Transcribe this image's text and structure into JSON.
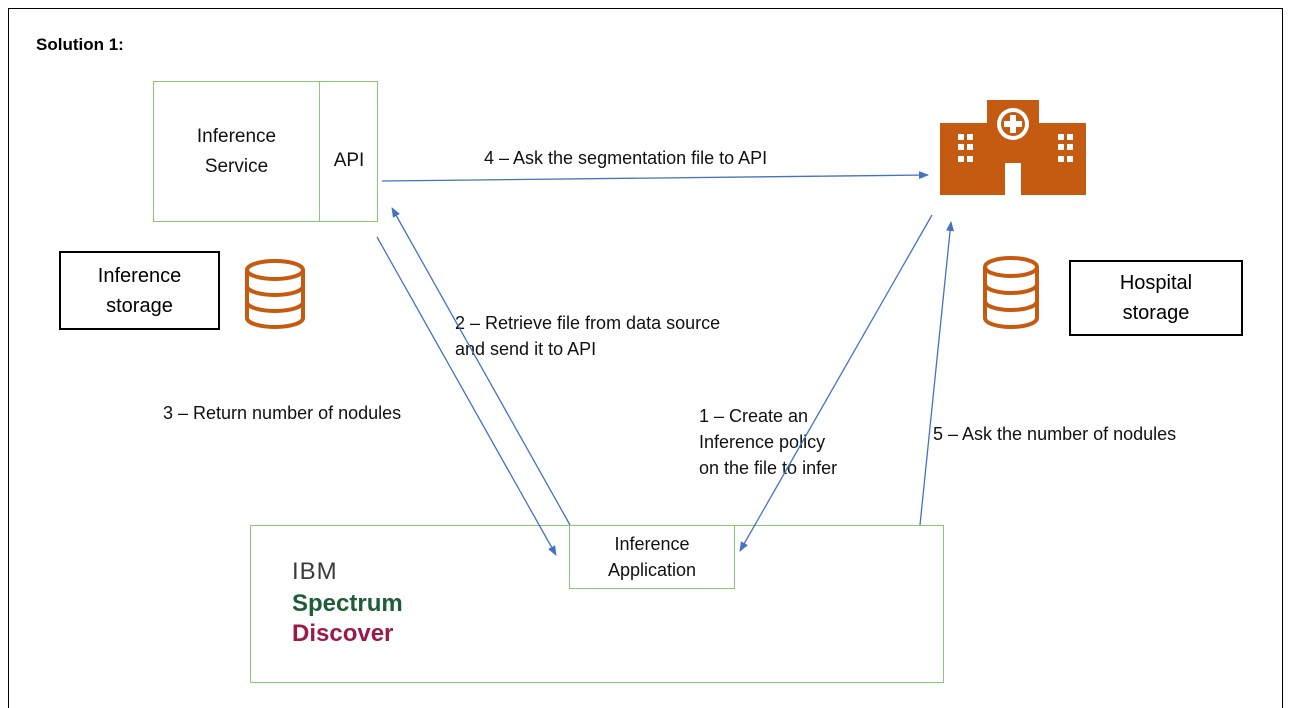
{
  "heading": "Solution 1:",
  "inference_service": {
    "label": "Inference\nService",
    "api_label": "API"
  },
  "inference_storage": {
    "label": "Inference\nstorage"
  },
  "hospital_storage": {
    "label": "Hospital\nstorage"
  },
  "inference_application": {
    "label": "Inference\nApplication"
  },
  "brand": {
    "ibm": "IBM",
    "spectrum": "Spectrum",
    "discover": "Discover"
  },
  "edges": {
    "step1": "1 – Create an\nInference policy\non the file to infer",
    "step2": "2 – Retrieve file from data source\nand send it to API",
    "step3": "3 – Return number of nodules",
    "step4": "4 – Ask the segmentation file to API",
    "step5": "5 – Ask the number of nodules"
  },
  "colors": {
    "arrow": "#4472c4",
    "box_border": "#8cc871",
    "icon_orange": "#c55a11",
    "spectrum": "#1e5c3a",
    "discover": "#9b1a4b"
  },
  "icons": {
    "hospital": "hospital-icon",
    "database": "database-icon"
  }
}
